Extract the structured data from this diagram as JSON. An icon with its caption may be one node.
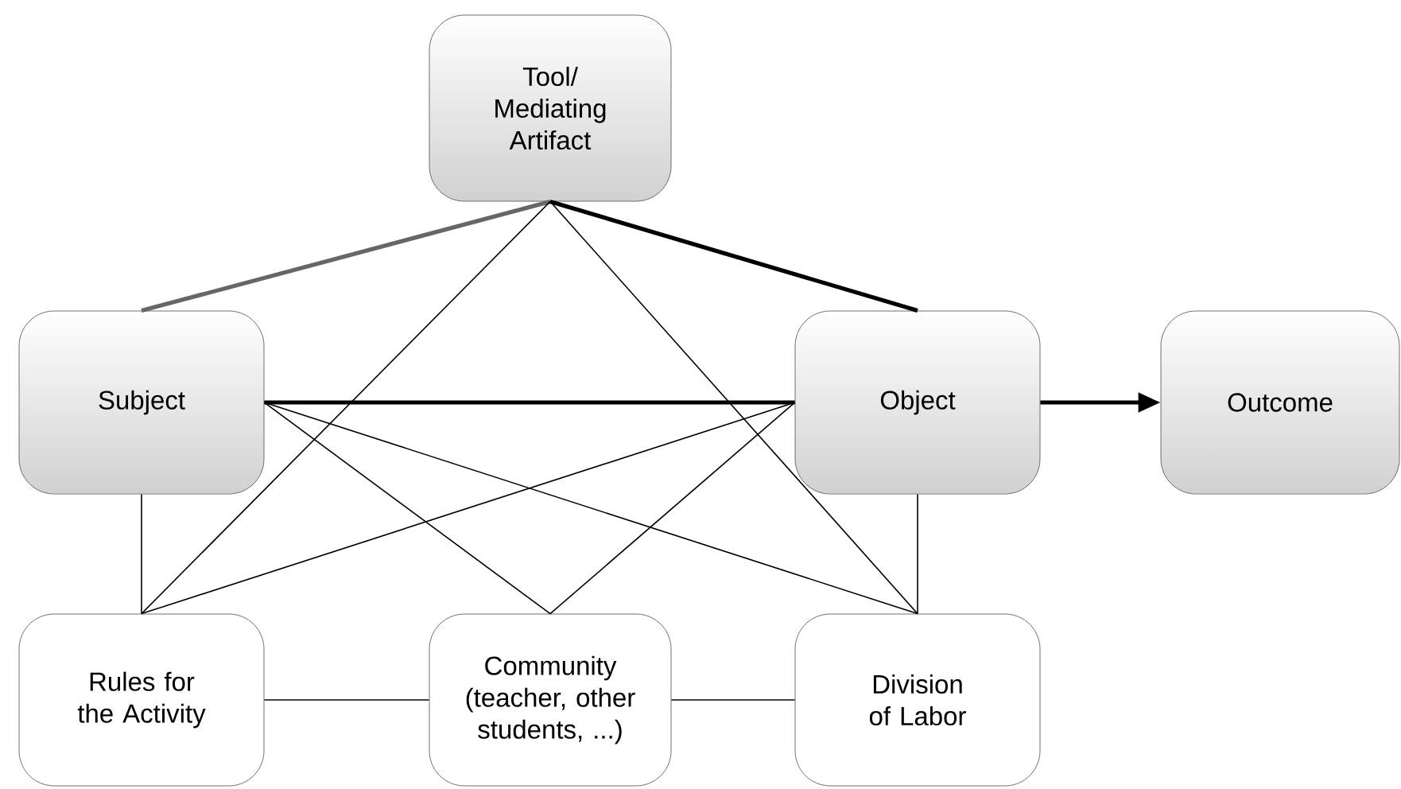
{
  "diagram": {
    "nodes": [
      {
        "text": [
          "Tool/ Mediating Artifact"
        ]
      },
      {
        "text": [
          "Subject"
        ]
      },
      {
        "text": [
          "Object"
        ]
      },
      {
        "text": [
          "Outcome"
        ]
      },
      {
        "text": [
          "Rules for the Activity"
        ]
      },
      {
        "text": [
          "Community (teacher, other students, ...)"
        ]
      },
      {
        "text": [
          "Division of Labor"
        ]
      }
    ],
    "edges": [
      {
        "from": 0,
        "to": 1,
        "arrow": "none",
        "style": "thick",
        "color": "#666666"
      },
      {
        "from": 0,
        "to": 2,
        "arrow": "none",
        "style": "thick"
      },
      {
        "from": 1,
        "to": 2,
        "arrow": "none",
        "style": "thick"
      },
      {
        "from": 2,
        "to": 3,
        "arrow": "to",
        "style": "thick"
      },
      {
        "from": 1,
        "to": 4,
        "arrow": "none"
      },
      {
        "from": 0,
        "to": 4,
        "arrow": "none"
      },
      {
        "from": 0,
        "to": 6,
        "arrow": "none"
      },
      {
        "from": 1,
        "to": 5,
        "arrow": "none"
      },
      {
        "from": 1,
        "to": 6,
        "arrow": "none"
      },
      {
        "from": 2,
        "to": 4,
        "arrow": "none"
      },
      {
        "from": 2,
        "to": 5,
        "arrow": "none"
      },
      {
        "from": 2,
        "to": 6,
        "arrow": "none"
      },
      {
        "from": 4,
        "to": 5,
        "arrow": "none"
      },
      {
        "from": 5,
        "to": 6,
        "arrow": "none"
      }
    ]
  }
}
